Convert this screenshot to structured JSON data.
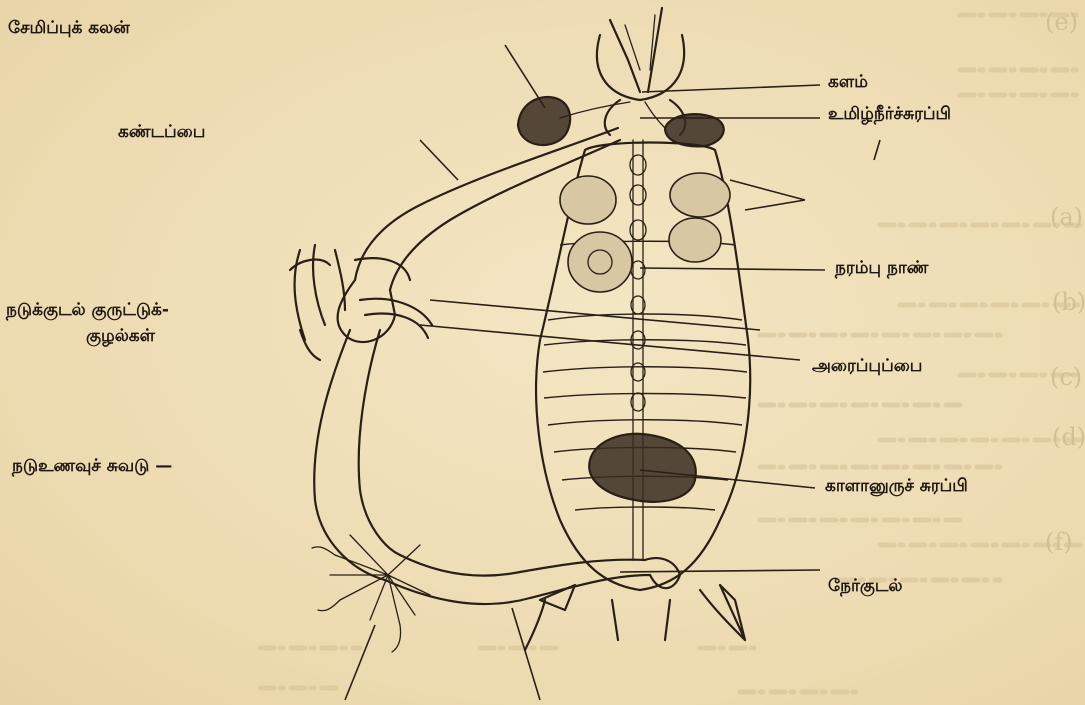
{
  "labels": {
    "salivary_reservoir": "சேமிப்புக் கலன்",
    "crop": "களம்",
    "esophagus": "கண்டப்பை",
    "salivary_gland": "உமிழ்நீர்ச்சுரப்பி",
    "nerve_cord": "நரம்பு நாண்",
    "gastric_caeca_line1": "நடுக்குடல் குருட்டுக்-",
    "gastric_caeca_line2": "குழல்கள்",
    "gizzard": "அரைப்புப்பை",
    "midgut_wall": "நடுஉணவுச் சுவடு —",
    "colleterial_gland": "காளானுருச் சுரப்பி",
    "rectum": "நேர்குடல்"
  },
  "colors": {
    "paper": "#efdfb6",
    "ink": "#2a1f16",
    "ghost_text": "#d9c49a"
  }
}
